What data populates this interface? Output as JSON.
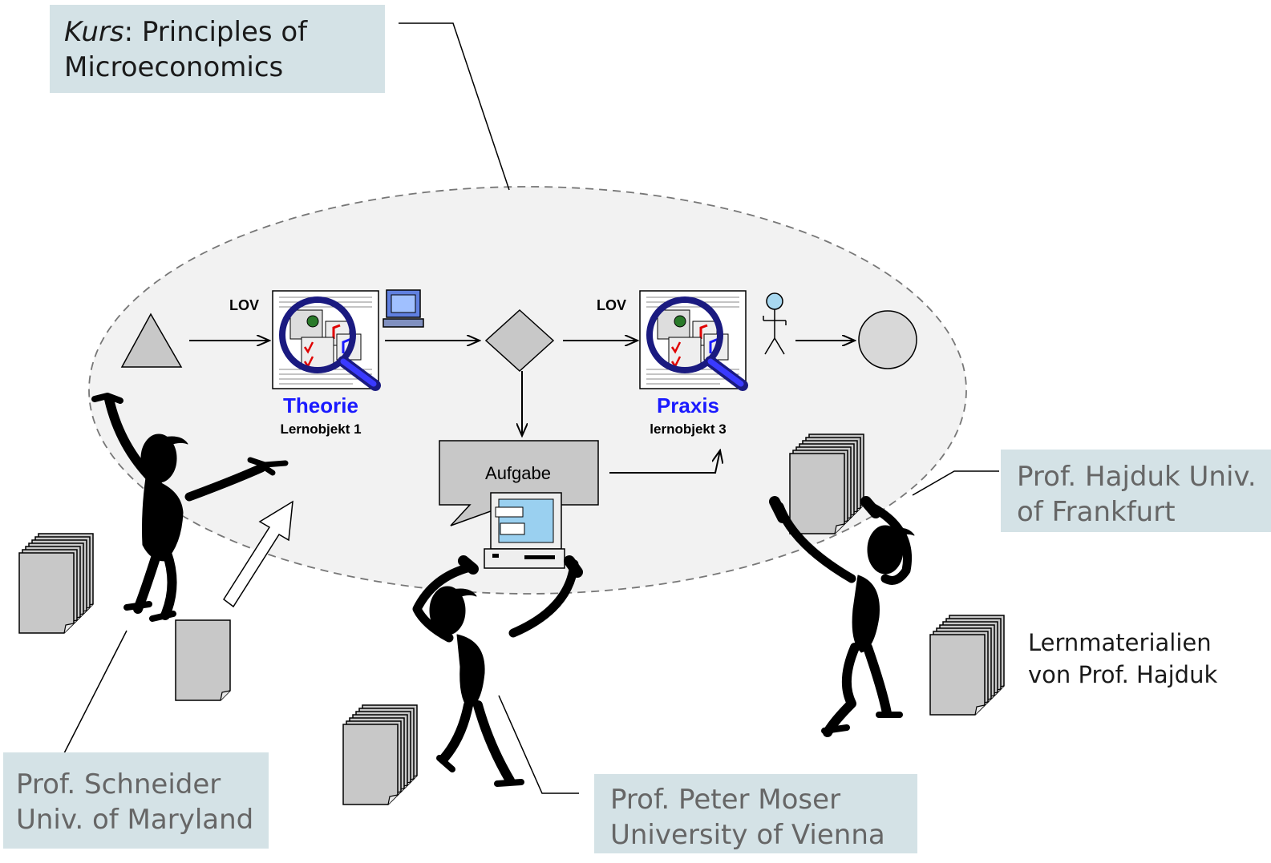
{
  "course_box": {
    "prefix": "Kurs",
    "separator": ": ",
    "title_line1": "Principles of",
    "title_line2": "Microeconomics"
  },
  "process": {
    "lov_left": "LOV",
    "lov_right": "LOV",
    "theory_title": "Theorie",
    "theory_sub": "Lernobjekt 1",
    "practice_title": "Praxis",
    "practice_sub": "lernobjekt 3",
    "task_label": "Aufgabe"
  },
  "people": {
    "schneider": {
      "line1": "Prof. Schneider",
      "line2": "Univ. of Maryland"
    },
    "moser": {
      "line1": "Prof. Peter Moser",
      "line2": "University of Vienna"
    },
    "hajduk": {
      "line1": "Prof. Hajduk Univ.",
      "line2": "of Frankfurt"
    }
  },
  "materials_caption": {
    "line1": "Lernmaterialien",
    "line2": "von Prof. Hajduk"
  },
  "colors": {
    "label_bg": "#d4e2e6",
    "ellipse_fill": "#f2f2f2",
    "doc_gray": "#c8c8c8",
    "theory_blue": "#1a1aff",
    "figure_black": "#000000"
  }
}
